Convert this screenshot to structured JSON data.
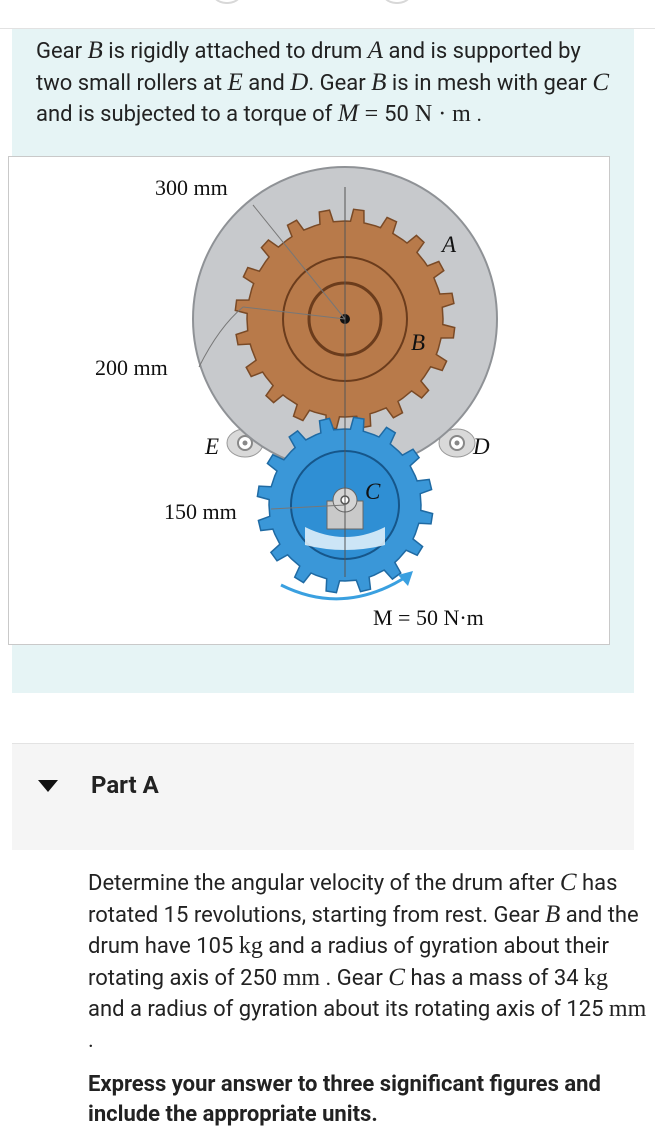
{
  "intro": {
    "t1": "Gear ",
    "B1": "B",
    "t2": " is rigidly attached to drum ",
    "A1": "A",
    "t3": " and is supported by two small rollers at ",
    "E1": "E",
    "t4": " and ",
    "D1": "D",
    "t5": ". Gear ",
    "B2": "B",
    "t6": " is in mesh with gear ",
    "C1": "C",
    "t7": " and is subjected to a torque of ",
    "M": "M",
    "eq": " = ",
    "val": "50",
    "unit": " N · m",
    "end": " ."
  },
  "figure": {
    "dim_300": "300 mm",
    "dim_200": "200 mm",
    "dim_150": "150 mm",
    "label_A": "A",
    "label_B": "B",
    "label_C": "C",
    "label_E": "E",
    "label_D": "D",
    "torque_label": "M = 50 N·m",
    "colors": {
      "drum": "#c7c9cc",
      "gear_B": "#b87a4a",
      "gear_C": "#3a97d8",
      "arrow": "#3aa0e0"
    }
  },
  "part": {
    "title": "Part A",
    "toggle_icon": "caret-down-icon"
  },
  "question": {
    "q1": "Determine the angular velocity of the drum after ",
    "C1": "C",
    "q2": " has rotated 15 revolutions, starting from rest. Gear ",
    "B1": "B",
    "q3": " and the drum have 105 ",
    "kg1": "kg",
    "q4": " and a radius of gyration about their rotating axis of 250 ",
    "mm1": "mm",
    "q5": " . Gear ",
    "C2": "C",
    "q6": " has a mass of 34 ",
    "kg2": "kg",
    "q7": " and a radius of gyration about its rotating axis of 125 ",
    "mm2": "mm",
    "q8": " ."
  },
  "instruction": "Express your answer to three significant figures and include the appropriate units."
}
